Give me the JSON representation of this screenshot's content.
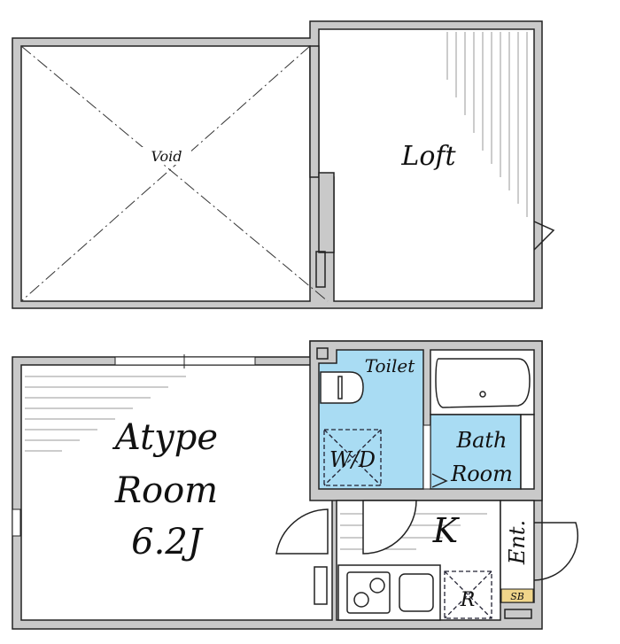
{
  "floor_plan": {
    "upper_floor": {
      "void_label": "Void",
      "loft_label": "Loft"
    },
    "lower_floor": {
      "room_label_line1": "Atype",
      "room_label_line2": "Room",
      "room_label_line3": "6.2J",
      "toilet_label": "Toilet",
      "washer_dryer_label": "W/D",
      "bath_label_line1": "Bath",
      "bath_label_line2": "Room",
      "kitchen_label": "K",
      "entrance_label": "Ent.",
      "refrigerator_label": "R",
      "shoe_box_label": "SB"
    },
    "colors": {
      "wall": "#c9c9c9",
      "wet_area": "#a9dcf3",
      "shoe_box": "#f0d58a"
    }
  }
}
